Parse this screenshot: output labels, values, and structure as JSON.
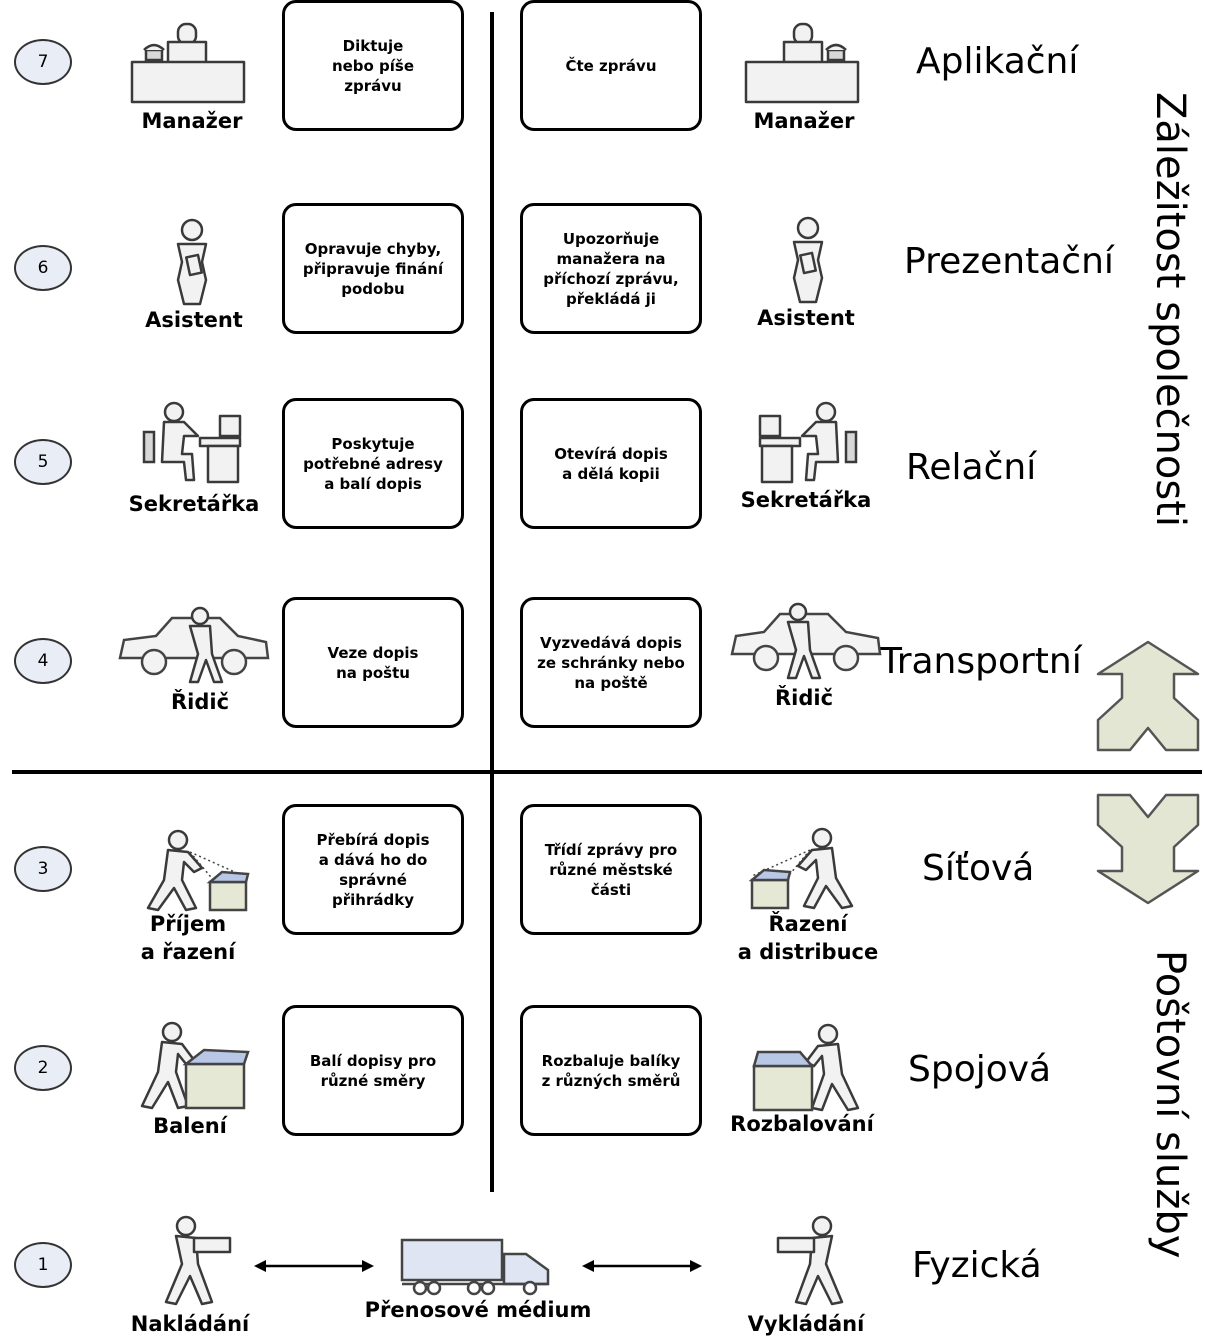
{
  "layers": [
    {
      "num": "7",
      "name": "Aplikační",
      "left_box": "Diktuje\nnebo píše\nzprávu",
      "right_box": "Čte zprávu",
      "left_role": "Manažer",
      "right_role": "Manažer"
    },
    {
      "num": "6",
      "name": "Prezentační",
      "left_box": "Opravuje chyby,\npřipravuje finání\npodobu",
      "right_box": "Upozorňuje\nmanažera na\npříchozí zprávu,\npřekládá ji",
      "left_role": "Asistent",
      "right_role": "Asistent"
    },
    {
      "num": "5",
      "name": "Relační",
      "left_box": "Poskytuje\npotřebné adresy\na balí dopis",
      "right_box": "Otevírá dopis\na dělá kopii",
      "left_role": "Sekretářka",
      "right_role": "Sekretářka"
    },
    {
      "num": "4",
      "name": "Transportní",
      "left_box": "Veze dopis\nna poštu",
      "right_box": "Vyzvedává dopis\nze schránky nebo\nna poště",
      "left_role": "Řidič",
      "right_role": "Řidič"
    },
    {
      "num": "3",
      "name": "Síťová",
      "left_box": "Přebírá dopis\na dává ho do\nsprávné\npřihrádky",
      "right_box": "Třídí zprávy pro\nrůzné městské\nčásti",
      "left_role": "Příjem\na řazení",
      "right_role": "Řazení\na distribuce"
    },
    {
      "num": "2",
      "name": "Spojová",
      "left_box": "Balí dopisy pro\nrůzné směry",
      "right_box": "Rozbaluje balíky\nz různých směrů",
      "left_role": "Balení",
      "right_role": "Rozbalování"
    },
    {
      "num": "1",
      "name": "Fyzická",
      "left_role": "Nakládání",
      "right_role": "Vykládání",
      "medium": "Přenosové médium"
    }
  ],
  "side_labels": {
    "upper": "Záležitost společnosti",
    "lower": "Poštovní služby"
  },
  "colors": {
    "circle_fill": "#e9edf5",
    "arrow_fill": "#e2e6d2",
    "box_top": "#b8c7e6"
  },
  "icons": [
    "desk-phone-icon",
    "assistant-icon",
    "secretary-computer-icon",
    "car-driver-icon",
    "sorting-worker-icon",
    "packing-worker-icon",
    "loading-worker-icon",
    "truck-icon"
  ]
}
